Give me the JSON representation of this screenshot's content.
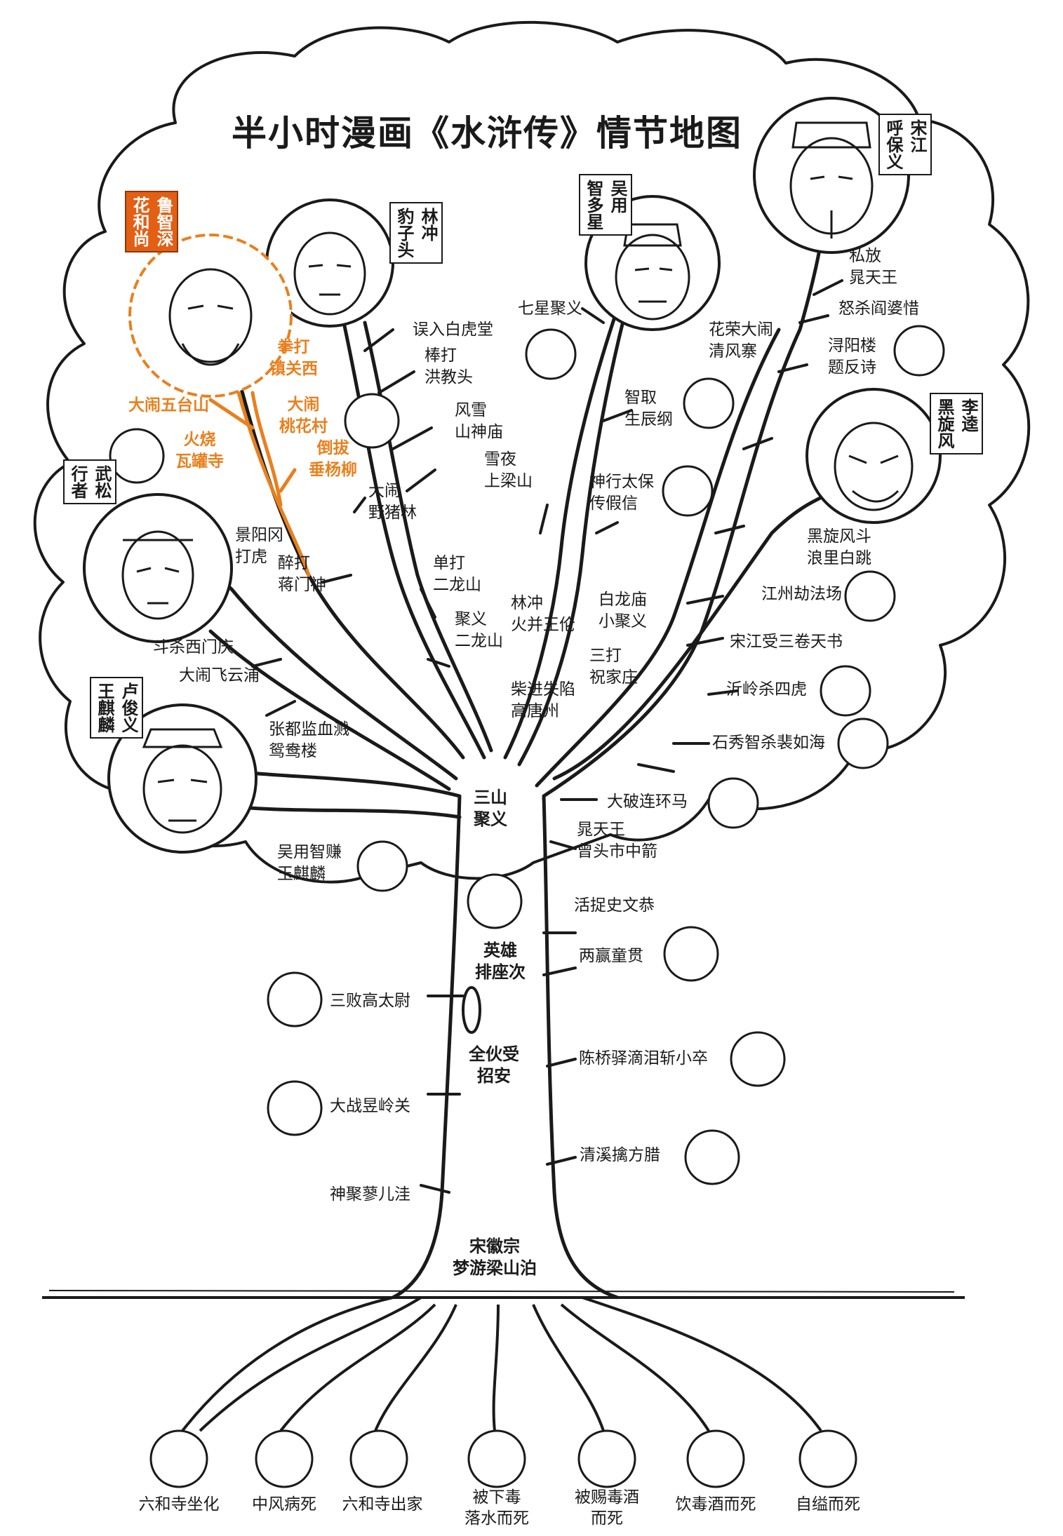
{
  "title": "半小时漫画《水浒传》情节地图",
  "colors": {
    "ink": "#1a1a1a",
    "highlight": "#e8801e",
    "tag_highlight": "#e35f14"
  },
  "heroes": {
    "lu_zhishen": {
      "title": "花和尚",
      "name": "鲁智深"
    },
    "lin_chong": {
      "title": "豹子头",
      "name": "林冲"
    },
    "wu_yong": {
      "title": "智多星",
      "name": "吴用"
    },
    "song_jiang": {
      "title": "呼保义",
      "name": "宋江"
    },
    "li_kui": {
      "title": "黑旋风",
      "name": "李逵"
    },
    "wu_song": {
      "title": "行者",
      "name": "武松"
    },
    "lu_junyi": {
      "title": "王麒麟",
      "name": "卢俊义"
    }
  },
  "events": {
    "lu_1": "拳打\n镇关西",
    "lu_2": "大闹五台山",
    "lu_3": "大闹\n桃花村",
    "lu_4": "倒拔\n垂杨柳",
    "lu_5": "火烧\n瓦罐寺",
    "lin_1": "误入白虎堂",
    "lin_2": "棒打\n洪教头",
    "lin_3": "风雪\n山神庙",
    "lin_4": "雪夜\n上梁山",
    "lin_5": "大闹\n野猪林",
    "wu_1": "七星聚义",
    "wu_2": "智取\n生辰纲",
    "wu_3": "神行太保\n传假信",
    "song_1": "私放\n晁天王",
    "song_2": "怒杀阎婆惜",
    "song_3": "花荣大闹\n清风寨",
    "song_4": "浔阳楼\n题反诗",
    "li_1": "黑旋风斗\n浪里白跳",
    "li_2": "江州劫法场",
    "li_3": "宋江受三卷天书",
    "li_4": "沂岭杀四虎",
    "li_5": "石秀智杀裴如海",
    "ws_1": "景阳冈\n打虎",
    "ws_2": "醉打\n蒋门神",
    "ws_3": "斗杀西门庆",
    "ws_4": "大闹飞云浦",
    "ws_5": "张都监血溅\n鸳鸯楼",
    "mid_1": "单打\n二龙山",
    "mid_2": "聚义\n二龙山",
    "mid_3": "林冲\n火并王伦",
    "mid_4": "白龙庙\n小聚义",
    "mid_5": "三打\n祝家庄",
    "mid_6": "柴进失陷\n高唐州",
    "lj_1": "吴用智赚\n玉麒麟",
    "t_1": "大破连环马",
    "t_2": "晁天王\n曾头市中箭",
    "t_3": "活捉史文恭",
    "t_4": "两赢童贯",
    "t_5": "三败高太尉",
    "t_6": "陈桥驿滴泪斩小卒",
    "t_7": "大战昱岭关",
    "t_8": "清溪擒方腊",
    "t_9": "神聚蓼儿洼"
  },
  "trunk_labels": {
    "sanshan": "三山\n聚义",
    "paizuo": "英雄\n排座次",
    "zhaoan": "全伙受\n招安",
    "mengyou": "宋徽宗\n梦游梁山泊"
  },
  "endings": [
    "六和寺坐化",
    "中风病死",
    "六和寺出家",
    "被下毒\n落水而死",
    "被赐毒酒\n而死",
    "饮毒酒而死",
    "自缢而死"
  ]
}
